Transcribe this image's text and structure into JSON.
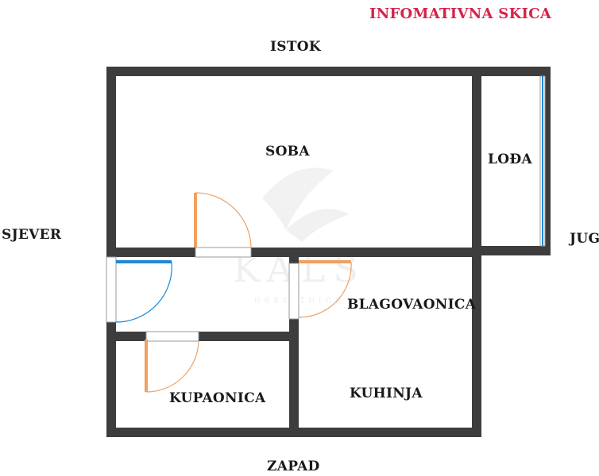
{
  "title": "INFOMATIVNA SKICA",
  "directions": {
    "north": "ISTOK",
    "south": "ZAPAD",
    "west": "SJEVER",
    "east": "JUG"
  },
  "rooms": {
    "soba": "SOBA",
    "loda": "LOĐA",
    "blagovaonica": "BLAGOVAONICA",
    "kuhinja": "KUHINJA",
    "kupaonica": "KUPAONICA"
  },
  "watermark": {
    "brand": "KALS",
    "sub": "nekretnine"
  },
  "colors": {
    "wall": "#3d3d3d",
    "door_leaf": "#f0a060",
    "entrance_door": "#1e88d8",
    "swing_arc": "#f0a060",
    "title": "#d6234a"
  }
}
